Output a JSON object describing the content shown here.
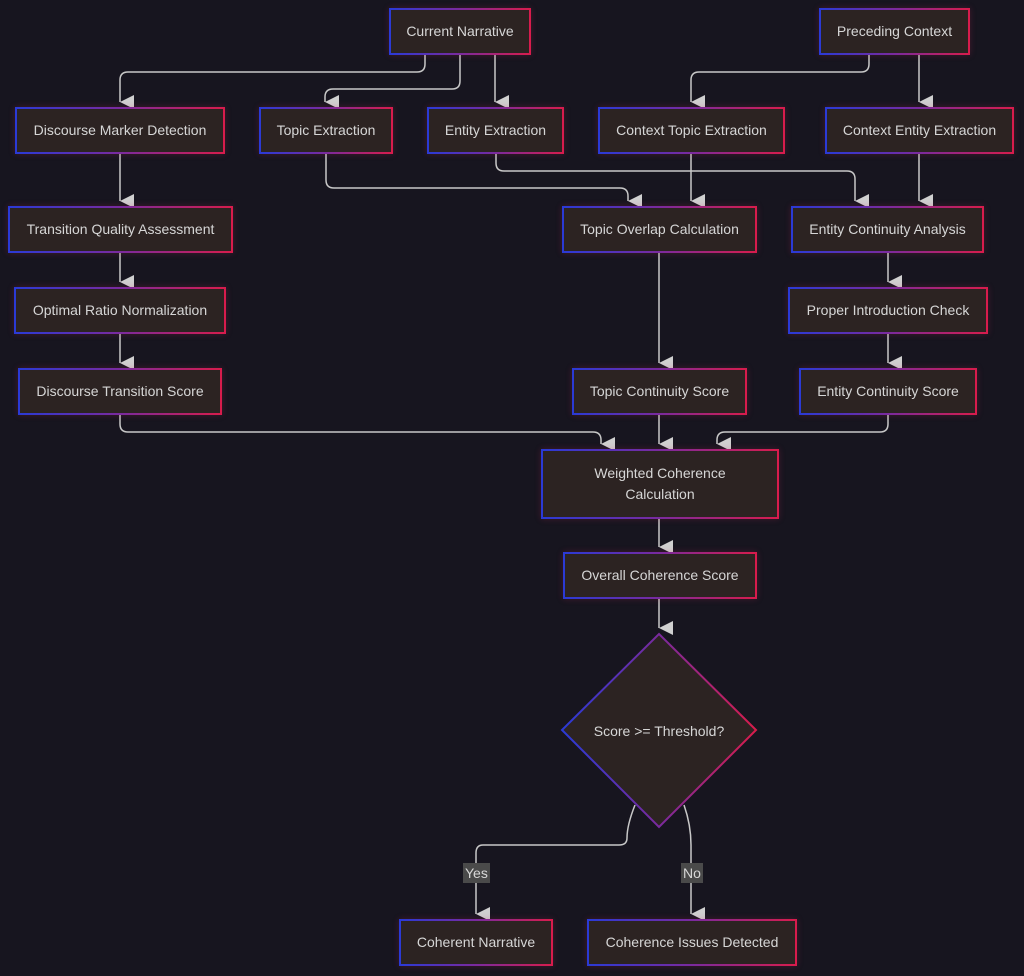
{
  "diagram": {
    "type": "flowchart",
    "colors": {
      "background": "#17151f",
      "node_fill": "#2c2322",
      "border_start": "#2a3ad6",
      "border_end": "#d81c4c",
      "edge": "#c8c8c8",
      "text": "#d6d6d6",
      "edge_label_bg": "#4a4a4a"
    },
    "nodes": {
      "current_narrative": "Current Narrative",
      "preceding_context": "Preceding Context",
      "discourse_marker_detection": "Discourse Marker Detection",
      "topic_extraction": "Topic Extraction",
      "entity_extraction": "Entity Extraction",
      "context_topic_extraction": "Context Topic Extraction",
      "context_entity_extraction": "Context Entity Extraction",
      "transition_quality_assessment": "Transition Quality Assessment",
      "topic_overlap_calculation": "Topic Overlap Calculation",
      "entity_continuity_analysis": "Entity Continuity Analysis",
      "optimal_ratio_normalization": "Optimal Ratio Normalization",
      "proper_introduction_check": "Proper Introduction Check",
      "discourse_transition_score": "Discourse Transition Score",
      "topic_continuity_score": "Topic Continuity Score",
      "entity_continuity_score": "Entity Continuity Score",
      "weighted_coherence_calculation": "Weighted Coherence Calculation",
      "overall_coherence_score": "Overall Coherence Score",
      "decision": "Score >= Threshold?",
      "coherent_narrative": "Coherent Narrative",
      "coherence_issues_detected": "Coherence Issues Detected"
    },
    "edges": [
      {
        "from": "current_narrative",
        "to": "discourse_marker_detection"
      },
      {
        "from": "current_narrative",
        "to": "topic_extraction"
      },
      {
        "from": "current_narrative",
        "to": "entity_extraction"
      },
      {
        "from": "preceding_context",
        "to": "context_topic_extraction"
      },
      {
        "from": "preceding_context",
        "to": "context_entity_extraction"
      },
      {
        "from": "discourse_marker_detection",
        "to": "transition_quality_assessment"
      },
      {
        "from": "transition_quality_assessment",
        "to": "optimal_ratio_normalization"
      },
      {
        "from": "optimal_ratio_normalization",
        "to": "discourse_transition_score"
      },
      {
        "from": "topic_extraction",
        "to": "topic_overlap_calculation"
      },
      {
        "from": "context_topic_extraction",
        "to": "topic_overlap_calculation"
      },
      {
        "from": "entity_extraction",
        "to": "entity_continuity_analysis"
      },
      {
        "from": "context_entity_extraction",
        "to": "entity_continuity_analysis"
      },
      {
        "from": "topic_overlap_calculation",
        "to": "topic_continuity_score"
      },
      {
        "from": "entity_continuity_analysis",
        "to": "proper_introduction_check"
      },
      {
        "from": "proper_introduction_check",
        "to": "entity_continuity_score"
      },
      {
        "from": "discourse_transition_score",
        "to": "weighted_coherence_calculation"
      },
      {
        "from": "topic_continuity_score",
        "to": "weighted_coherence_calculation"
      },
      {
        "from": "entity_continuity_score",
        "to": "weighted_coherence_calculation"
      },
      {
        "from": "weighted_coherence_calculation",
        "to": "overall_coherence_score"
      },
      {
        "from": "overall_coherence_score",
        "to": "decision"
      },
      {
        "from": "decision",
        "to": "coherent_narrative",
        "label": "Yes"
      },
      {
        "from": "decision",
        "to": "coherence_issues_detected",
        "label": "No"
      }
    ],
    "edge_labels": {
      "yes": "Yes",
      "no": "No"
    }
  }
}
